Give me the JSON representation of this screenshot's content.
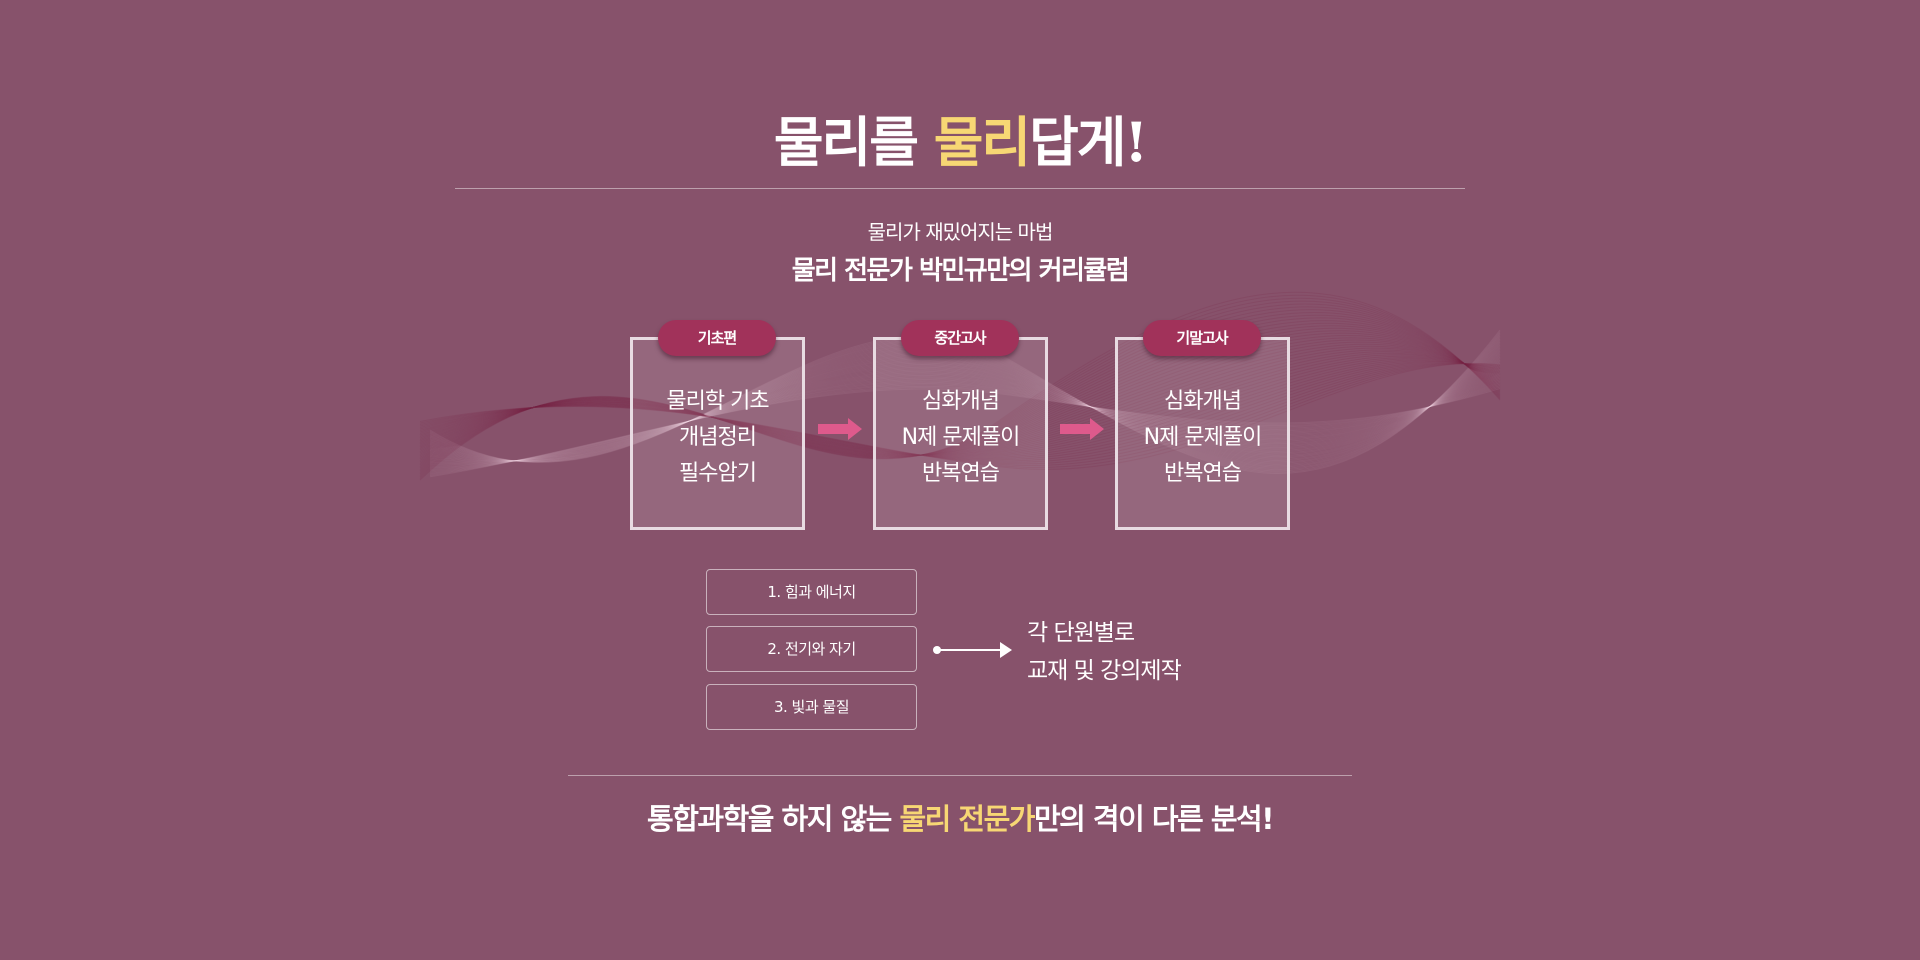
{
  "title": {
    "part1": "물리를 ",
    "part2": "물리",
    "part3": "답게!"
  },
  "subtitle": {
    "line1": "물리가 재밌어지는 마법",
    "line2_a": "물리 전문가 ",
    "line2_b": "박민규",
    "line2_c": "만의 커리큘럼"
  },
  "stages": [
    {
      "badge": "기초편",
      "lines": [
        "물리학 기초",
        "개념정리",
        "필수암기"
      ]
    },
    {
      "badge": "중간고사",
      "lines": [
        "심화개념",
        "N제 문제풀이",
        "반복연습"
      ]
    },
    {
      "badge": "기말고사",
      "lines": [
        "심화개념",
        "N제 문제풀이",
        "반복연습"
      ]
    }
  ],
  "units": [
    "1. 힘과 에너지",
    "2. 전기와 자기",
    "3. 빛과 물질"
  ],
  "note": {
    "line1": "각 단원별로",
    "line2": "교재 및 강의제작"
  },
  "bottom": {
    "a": "통합과학을 하지 않는 ",
    "b": "물리 전문가",
    "c": "만의 격이 다른 분석!"
  },
  "colors": {
    "background": "#87526b",
    "highlight": "#f7d774",
    "badge": "#a1325a",
    "arrow": "#de5a8c"
  }
}
